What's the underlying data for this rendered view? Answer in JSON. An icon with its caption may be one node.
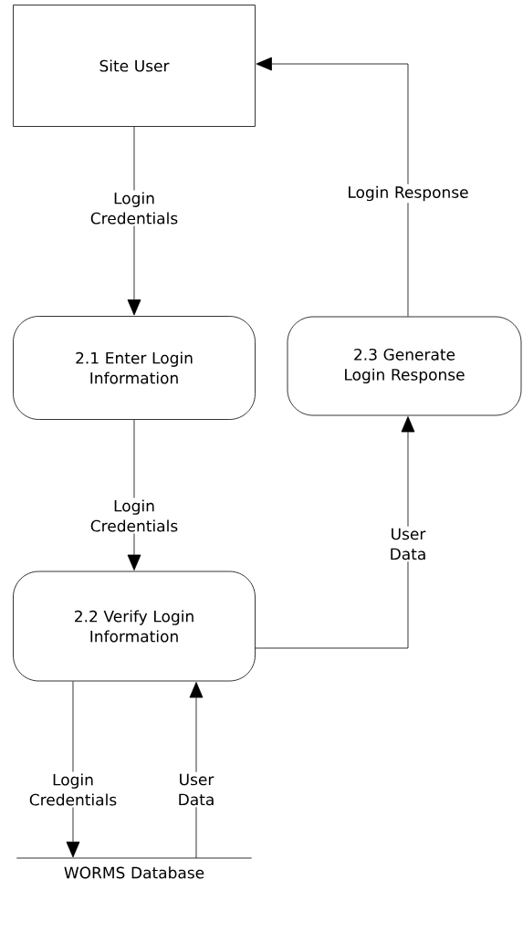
{
  "diagram": {
    "nodes": [
      {
        "text": [
          "Site User"
        ]
      },
      {
        "text": [
          "2.1 Enter Login Information"
        ]
      },
      {
        "text": [
          "2.3 Generate Login Response"
        ]
      },
      {
        "text": [
          "2.2 Verify Login Information"
        ]
      },
      {
        "text": [
          "WORMS Database"
        ]
      }
    ],
    "edges": [
      {
        "from": 0,
        "to": 1,
        "arrow": "to",
        "label": "Login Credentials"
      },
      {
        "from": 1,
        "to": 3,
        "arrow": "to",
        "label": "Login Credentials"
      },
      {
        "from": 3,
        "to": 4,
        "arrow": "to",
        "label": "Login Credentials"
      },
      {
        "from": 4,
        "to": 3,
        "arrow": "to",
        "label": "User Data"
      },
      {
        "from": 3,
        "to": 2,
        "arrow": "to",
        "label": "User Data"
      },
      {
        "from": 2,
        "to": 0,
        "arrow": "to",
        "label": "Login Response"
      }
    ]
  }
}
